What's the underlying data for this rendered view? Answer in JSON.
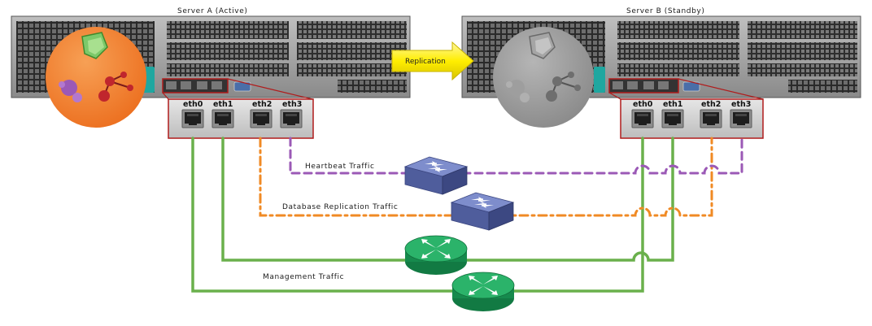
{
  "servers": {
    "a": {
      "title": "Server A (Active)",
      "ports": [
        "eth0",
        "eth1",
        "eth2",
        "eth3"
      ]
    },
    "b": {
      "title": "Server B (Standby)",
      "ports": [
        "eth0",
        "eth1",
        "eth2",
        "eth3"
      ]
    }
  },
  "replication": {
    "label": "Replication",
    "color": "#ffee00"
  },
  "traffic": {
    "heartbeat": {
      "label": "Heartbeat Traffic",
      "color": "#9b59b6"
    },
    "database": {
      "label": "Database Replication Traffic",
      "color": "#f08a24"
    },
    "management": {
      "label": "Management Traffic",
      "color": "#6ab04c"
    }
  },
  "colors": {
    "active_badge": "#f07b2a",
    "standby_badge": "#9a9a9a",
    "highlight_box": "#b01c1c",
    "switch": "#5a6aa8",
    "router": "#1f9a5a"
  },
  "icons": {
    "active_badge": "services-badge-icon",
    "standby_badge": "services-badge-icon-inactive",
    "switch": "network-switch-icon",
    "router": "router-icon"
  }
}
